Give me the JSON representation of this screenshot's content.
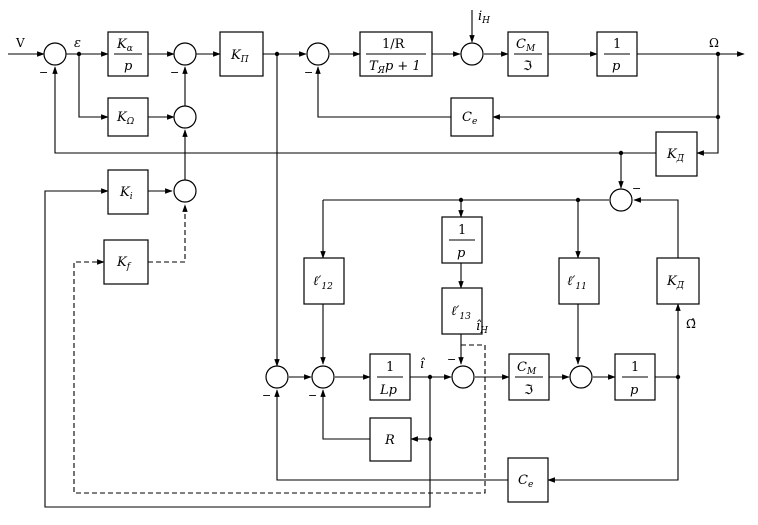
{
  "blocks": {
    "k_alpha": {
      "main": "K",
      "sub": "α",
      "den": "p"
    },
    "k_omega": {
      "main": "K",
      "sub": "Ω"
    },
    "k_p": {
      "main": "K",
      "sub": "П"
    },
    "motor_num": "1/R",
    "motor_den_a": "T",
    "motor_den_sub": "Я",
    "motor_den_b": "p + 1",
    "cm_top": {
      "main": "C",
      "sub": "M",
      "den": "ℑ"
    },
    "int_top": {
      "num": "1",
      "den": "p"
    },
    "ce_top": {
      "main": "C",
      "sub": "e"
    },
    "kd_top": {
      "main": "K",
      "sub": "Д"
    },
    "k_i": {
      "main": "K",
      "sub": "i"
    },
    "k_f": {
      "main": "K",
      "sub": "f"
    },
    "l12": {
      "main": "ℓ′",
      "sub": "12"
    },
    "int_mid": {
      "num": "1",
      "den": "p"
    },
    "l13": {
      "main": "ℓ′",
      "sub": "13"
    },
    "l11": {
      "main": "ℓ′",
      "sub": "11"
    },
    "kd_obs": {
      "main": "K",
      "sub": "Д"
    },
    "inv_lp": {
      "num": "1",
      "den": "Lp"
    },
    "cm_obs": {
      "main": "C",
      "sub": "M",
      "den": "ℑ"
    },
    "int_obs": {
      "num": "1",
      "den": "p"
    },
    "r_obs": "R",
    "ce_obs": {
      "main": "C",
      "sub": "e"
    }
  },
  "signals": {
    "input": "V",
    "error": "ε",
    "disturbance": "i",
    "disturbance_sub": "Н",
    "output": "Ω",
    "current_est": "î",
    "disturbance_est": "î",
    "disturbance_est_sub": "Н",
    "speed_est": "Ω̂"
  },
  "minus_sign": "−"
}
